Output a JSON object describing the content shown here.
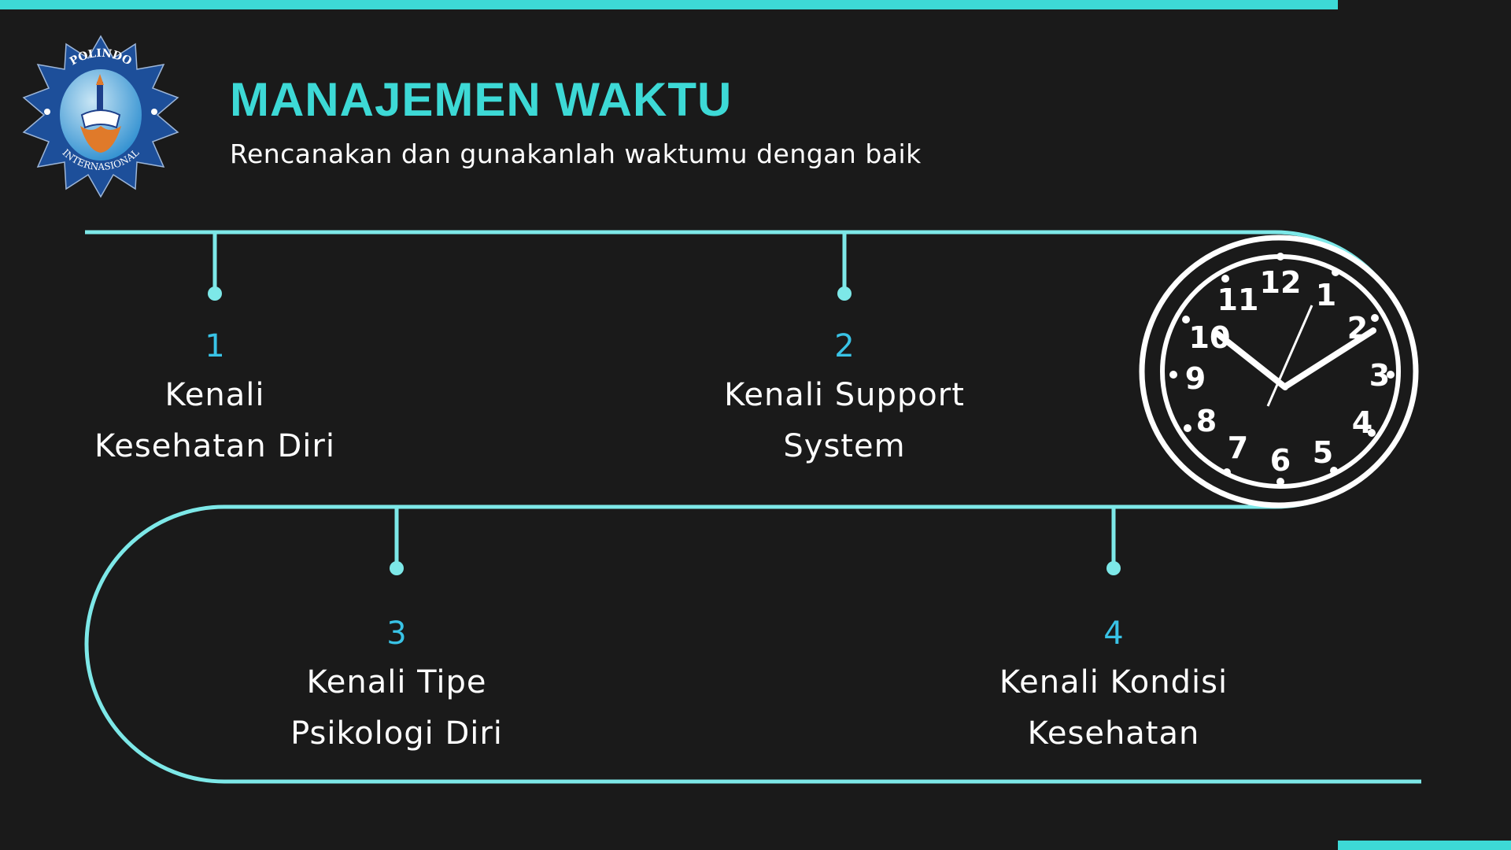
{
  "header": {
    "title": "MANAJEMEN WAKTU",
    "subtitle": "Rencanakan dan gunakanlah waktumu dengan baik"
  },
  "logo": {
    "text_top": "POLINDO",
    "text_bottom": "INTERNASIONAL"
  },
  "steps": [
    {
      "number": "1",
      "line1": "Kenali",
      "line2": "Kesehatan Diri"
    },
    {
      "number": "2",
      "line1": "Kenali Support",
      "line2": "System"
    },
    {
      "number": "3",
      "line1": "Kenali Tipe",
      "line2": "Psikologi Diri"
    },
    {
      "number": "4",
      "line1": "Kenali Kondisi",
      "line2": "Kesehatan"
    }
  ],
  "colors": {
    "accent": "#3dd9d6",
    "line": "#7de8e8",
    "number": "#39c3e6",
    "background": "#1a1a1a"
  },
  "clock_icon": "clock-icon"
}
